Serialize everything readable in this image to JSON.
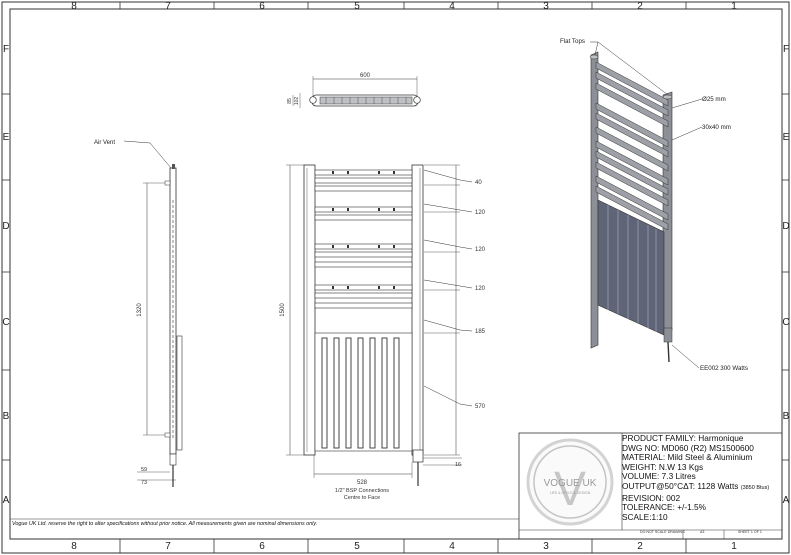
{
  "border": {
    "columns": [
      "8",
      "7",
      "6",
      "5",
      "4",
      "3",
      "2",
      "1"
    ],
    "rows": [
      "F",
      "E",
      "D",
      "C",
      "B",
      "A"
    ]
  },
  "callouts": {
    "flat_tops": "Flat Tops",
    "tube_diameter": "Ø25 mm",
    "rail_size": "30x40 mm",
    "element": "EE002 300 Watts",
    "air_vent": "Air Vent"
  },
  "dimensions": {
    "top_width": "600",
    "top_depth_1": "85",
    "top_depth_2": "102",
    "side_height": "1320",
    "side_bottom_1": "59",
    "side_bottom_2": "73",
    "front_height": "1500",
    "front_bottom_width": "528",
    "front_bottom_offset": "16",
    "bsp_note_line1": "1/2\" BSP Connections",
    "bsp_note_line2": "Centre to Face",
    "spacings": [
      "40",
      "120",
      "120",
      "120",
      "185",
      "570"
    ]
  },
  "logo": {
    "letter": "V",
    "brand": "VOGUE UK",
    "tagline": "LIFE & STYLE & DESIGN"
  },
  "titleblock": {
    "product_family": "PRODUCT FAMILY: Harmonique",
    "dwg_no": "DWG NO: MD060 (R2) MS1500600",
    "material": "MATERIAL: Mild Steel & Aluminium",
    "weight": "WEIGHT: N.W 13 Kgs",
    "volume": "VOLUME: 7.3 Litres",
    "output_prefix": "OUTPUT@50°C",
    "output_delta": "ΔT: 1128 Watts",
    "output_btu": "(3850 Btus)",
    "revision": "REVISION: 002",
    "tolerance": "TOLERANCE: +/-1.5%",
    "scale": "SCALE:1:10"
  },
  "footer": {
    "disclaimer": "Vogue UK Ltd. reserve the right to alter specifications without prior notice. All measurements given are nominal dimensions only.",
    "cell_noscale": "DO NOT SCALE DRAWING",
    "cell_size": "A3",
    "cell_sheet": "SHEET 1 OF 1"
  },
  "colors": {
    "line": "#333333",
    "rail_fill": "#8d8f96",
    "panel_fill": "#5f6477"
  }
}
